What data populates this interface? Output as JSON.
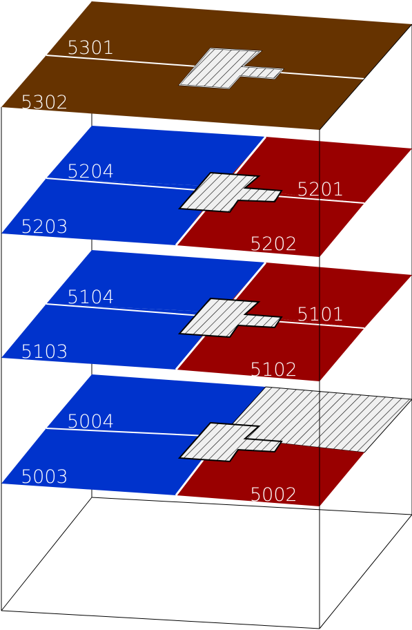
{
  "colors": {
    "brown": "#663300",
    "blue": "#0033cc",
    "red": "#990000",
    "hatch_fill": "#f0f0f0",
    "edge": "#000000",
    "divider": "#ffffff"
  },
  "floors": [
    {
      "id": "floor-53",
      "units": [
        {
          "code": "5301",
          "color": "brown"
        },
        {
          "code": "5302",
          "color": "brown"
        }
      ]
    },
    {
      "id": "floor-52",
      "units": [
        {
          "code": "5204",
          "color": "blue"
        },
        {
          "code": "5203",
          "color": "blue"
        },
        {
          "code": "5201",
          "color": "red"
        },
        {
          "code": "5202",
          "color": "red"
        }
      ]
    },
    {
      "id": "floor-51",
      "units": [
        {
          "code": "5104",
          "color": "blue"
        },
        {
          "code": "5103",
          "color": "blue"
        },
        {
          "code": "5101",
          "color": "red"
        },
        {
          "code": "5102",
          "color": "red"
        }
      ]
    },
    {
      "id": "floor-50",
      "units": [
        {
          "code": "5004",
          "color": "blue"
        },
        {
          "code": "5003",
          "color": "blue"
        },
        {
          "code": "5002",
          "color": "red"
        }
      ],
      "vacant_unit": "hatched"
    }
  ]
}
